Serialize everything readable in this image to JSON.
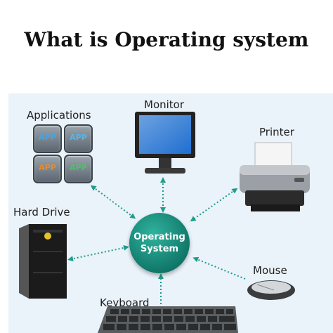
{
  "title": "What is Operating system",
  "labels": {
    "applications": "Applications",
    "monitor": "Monitor",
    "printer": "Printer",
    "hard_drive": "Hard Drive",
    "mouse": "Mouse",
    "keyboard": "Keyboard"
  },
  "apps": [
    "APP",
    "APP",
    "APP",
    "APP"
  ],
  "os": {
    "line1": "Operating",
    "line2": "System"
  },
  "colors": {
    "background": "#eaf2fa",
    "os_circle": "#17897a",
    "arrow": "#1f9c8a"
  }
}
